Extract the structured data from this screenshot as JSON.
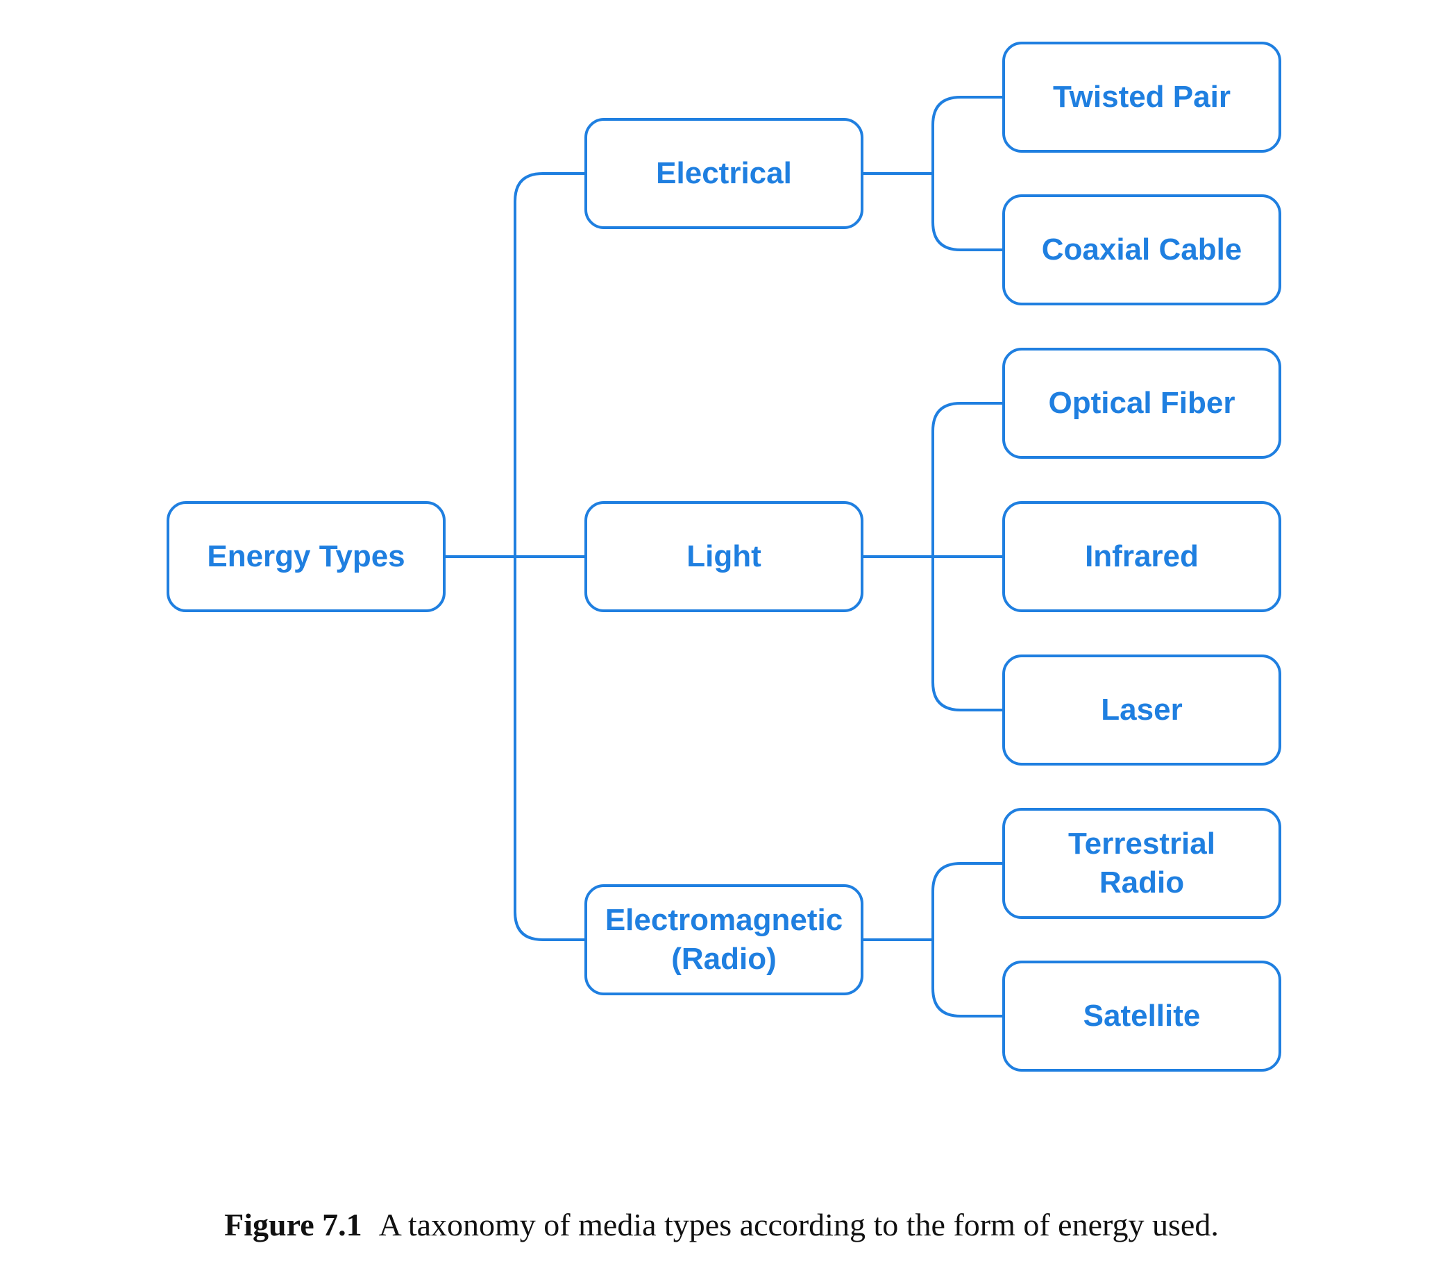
{
  "diagram": {
    "accent_color": "#1f7fe0",
    "root": {
      "label": "Energy Types"
    },
    "branches": [
      {
        "label": "Electrical",
        "children": [
          "Twisted Pair",
          "Coaxial Cable"
        ]
      },
      {
        "label": "Light",
        "children": [
          "Optical Fiber",
          "Infrared",
          "Laser"
        ]
      },
      {
        "label": "Electromagnetic\n(Radio)",
        "children": [
          "Terrestrial\nRadio",
          "Satellite"
        ]
      }
    ]
  },
  "caption": {
    "label": "Figure 7.1",
    "text": "A taxonomy of media types according to the form of energy used."
  }
}
